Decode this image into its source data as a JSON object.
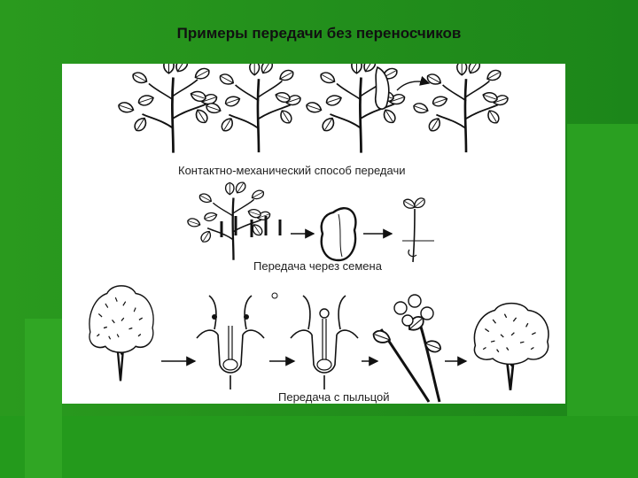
{
  "slide": {
    "title": "Примеры передачи без переносчиков"
  },
  "diagram": {
    "captions": {
      "contact": "Контактно-механический способ передачи",
      "seeds": "Передача через семена",
      "pollen": "Передача с пыльцой"
    }
  },
  "colors": {
    "background": "#1f8f1f",
    "panel": "#ffffff",
    "ink": "#111111"
  }
}
